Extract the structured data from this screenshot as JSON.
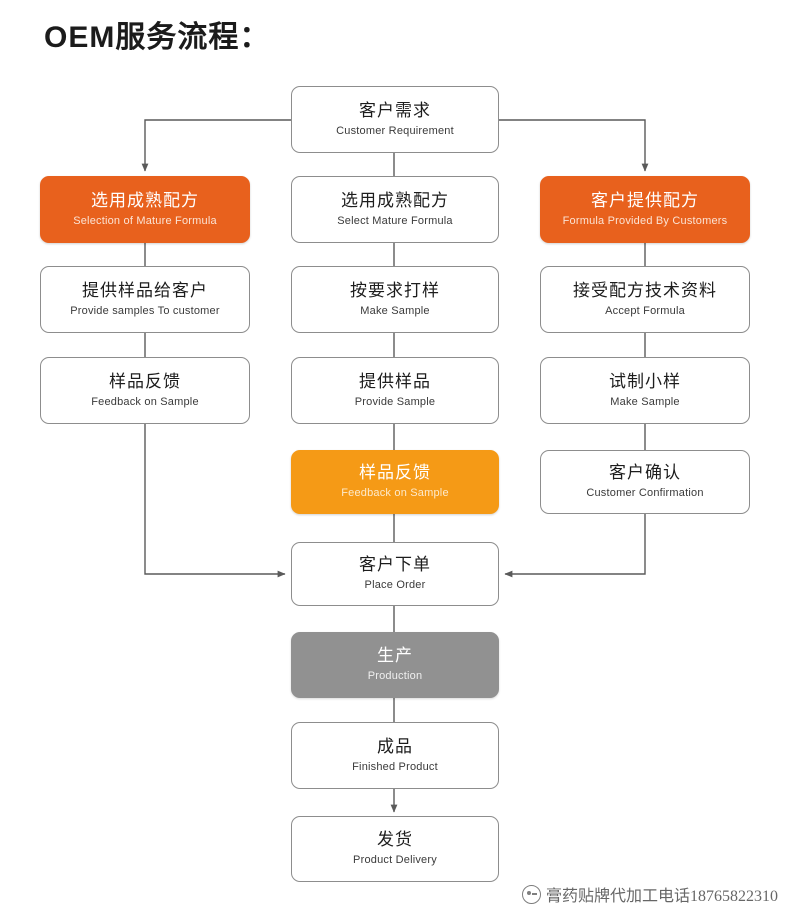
{
  "page": {
    "title": "OEM服务流程：",
    "colors": {
      "orange": "#e8611d",
      "amber": "#f59a16",
      "gray": "#919191",
      "box_border": "#8d8d8d",
      "line": "#5a5a5a",
      "background": "#ffffff"
    }
  },
  "chart_data": {
    "type": "diagram",
    "title": "OEM服务流程：",
    "columns": [
      "left",
      "center",
      "right"
    ],
    "nodes": [
      {
        "id": "n1",
        "cn": "客户需求",
        "en": "Customer Requirement",
        "column": "center",
        "style": "plain"
      },
      {
        "id": "n2",
        "cn": "选用成熟配方",
        "en": "Selection of Mature Formula",
        "column": "left",
        "style": "orange"
      },
      {
        "id": "n3",
        "cn": "选用成熟配方",
        "en": "Select Mature Formula",
        "column": "center",
        "style": "plain"
      },
      {
        "id": "n4",
        "cn": "客户提供配方",
        "en": "Formula  Provided By Customers",
        "column": "right",
        "style": "orange"
      },
      {
        "id": "n5",
        "cn": "提供样品给客户",
        "en": "Provide samples To customer",
        "column": "left",
        "style": "plain"
      },
      {
        "id": "n6",
        "cn": "按要求打样",
        "en": "Make Sample",
        "column": "center",
        "style": "plain"
      },
      {
        "id": "n7",
        "cn": "接受配方技术资料",
        "en": "Accept Formula",
        "column": "right",
        "style": "plain"
      },
      {
        "id": "n8",
        "cn": "样品反馈",
        "en": "Feedback on Sample",
        "column": "left",
        "style": "plain"
      },
      {
        "id": "n9",
        "cn": "提供样品",
        "en": "Provide Sample",
        "column": "center",
        "style": "plain"
      },
      {
        "id": "n10",
        "cn": "试制小样",
        "en": "Make Sample",
        "column": "right",
        "style": "plain"
      },
      {
        "id": "n11",
        "cn": "样品反馈",
        "en": "Feedback on Sample",
        "column": "center",
        "style": "amber"
      },
      {
        "id": "n12",
        "cn": "客户确认",
        "en": "Customer Confirmation",
        "column": "right",
        "style": "plain"
      },
      {
        "id": "n13",
        "cn": "客户下单",
        "en": "Place Order",
        "column": "center",
        "style": "plain"
      },
      {
        "id": "n14",
        "cn": "生产",
        "en": "Production",
        "column": "center",
        "style": "gray"
      },
      {
        "id": "n15",
        "cn": "成品",
        "en": "Finished Product",
        "column": "center",
        "style": "plain"
      },
      {
        "id": "n16",
        "cn": "发货",
        "en": "Product Delivery",
        "column": "center",
        "style": "plain"
      }
    ],
    "edges": [
      {
        "from": "n1",
        "to": "n2",
        "arrow": true
      },
      {
        "from": "n1",
        "to": "n3",
        "arrow": false
      },
      {
        "from": "n1",
        "to": "n4",
        "arrow": true
      },
      {
        "from": "n2",
        "to": "n5",
        "arrow": false
      },
      {
        "from": "n5",
        "to": "n8",
        "arrow": false
      },
      {
        "from": "n8",
        "to": "n13",
        "arrow": true
      },
      {
        "from": "n3",
        "to": "n6",
        "arrow": false
      },
      {
        "from": "n6",
        "to": "n9",
        "arrow": false
      },
      {
        "from": "n9",
        "to": "n11",
        "arrow": false
      },
      {
        "from": "n11",
        "to": "n13",
        "arrow": false
      },
      {
        "from": "n4",
        "to": "n7",
        "arrow": false
      },
      {
        "from": "n7",
        "to": "n10",
        "arrow": false
      },
      {
        "from": "n10",
        "to": "n12",
        "arrow": false
      },
      {
        "from": "n12",
        "to": "n13",
        "arrow": true
      },
      {
        "from": "n13",
        "to": "n14",
        "arrow": false
      },
      {
        "from": "n14",
        "to": "n15",
        "arrow": false
      },
      {
        "from": "n15",
        "to": "n16",
        "arrow": true
      }
    ]
  },
  "watermark": {
    "text": "膏药贴牌代加工电话18765822310",
    "logo": "circle-logo-icon"
  }
}
